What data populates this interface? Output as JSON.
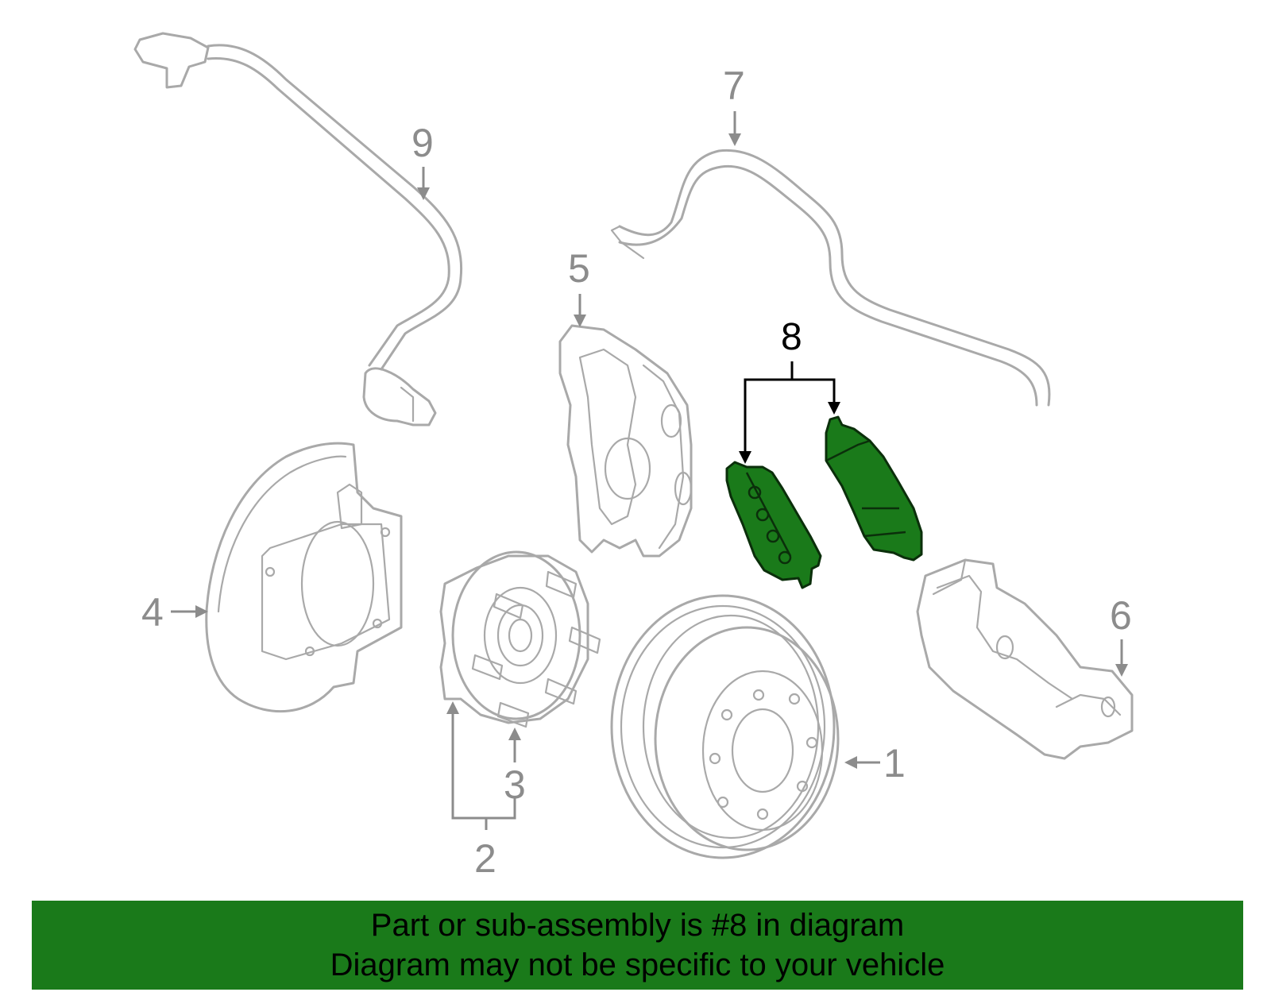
{
  "diagram": {
    "callouts": [
      {
        "id": "1",
        "label": "1",
        "highlighted": false
      },
      {
        "id": "2",
        "label": "2",
        "highlighted": false
      },
      {
        "id": "3",
        "label": "3",
        "highlighted": false
      },
      {
        "id": "4",
        "label": "4",
        "highlighted": false
      },
      {
        "id": "5",
        "label": "5",
        "highlighted": false
      },
      {
        "id": "6",
        "label": "6",
        "highlighted": false
      },
      {
        "id": "7",
        "label": "7",
        "highlighted": false
      },
      {
        "id": "8",
        "label": "8",
        "highlighted": true
      },
      {
        "id": "9",
        "label": "9",
        "highlighted": false
      }
    ],
    "colors": {
      "part_outline": "#a9a9a9",
      "callout_gray": "#8c8c8c",
      "highlight_fill": "#1a7a1a",
      "banner_bg": "#1a7a1a"
    }
  },
  "banner": {
    "line1": "Part or sub-assembly is #8 in diagram",
    "line2": "Diagram may not be specific to your vehicle"
  }
}
